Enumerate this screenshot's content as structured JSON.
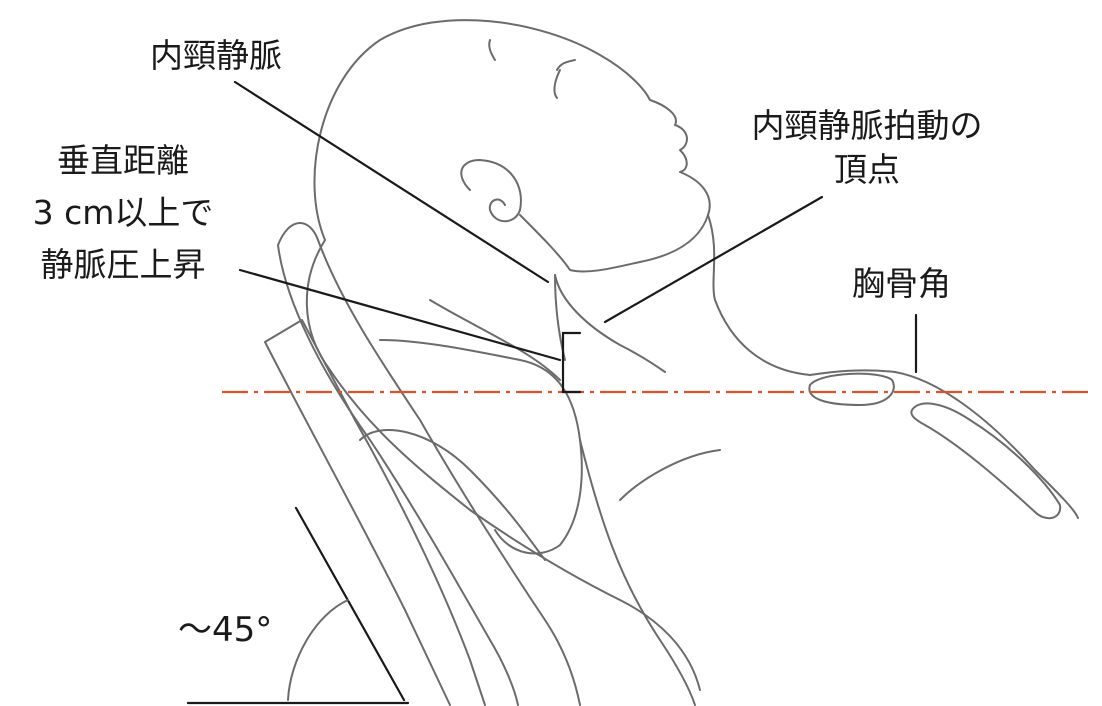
{
  "labels": {
    "jugular_vein": "内頸静脈",
    "pulsation_top_line1": "内頸静脈拍動の",
    "pulsation_top_line2": "頂点",
    "vertical_distance_line1": "垂直距離",
    "vertical_distance_line2": "3 cm以上で",
    "vertical_distance_line3": "静脈圧上昇",
    "sternal_angle": "胸骨角",
    "angle": "〜45°"
  },
  "colors": {
    "reference_line": "#e0502a",
    "outline": "#6b6b6b",
    "text": "#1a1a1a"
  }
}
